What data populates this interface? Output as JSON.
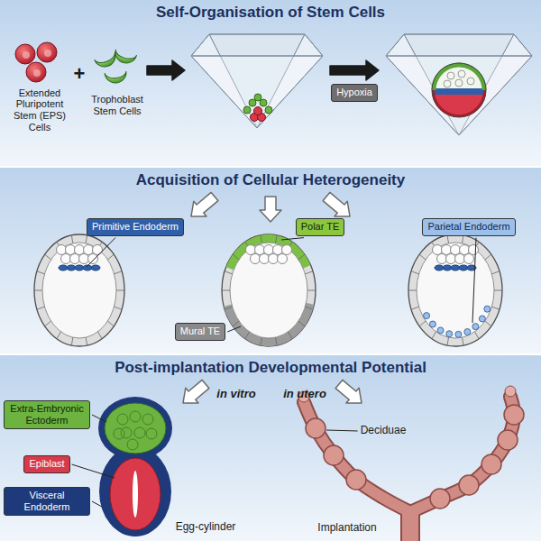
{
  "diagram": {
    "nodes": [
      {
        "text": [
          "Self-Organisation of Stem Cells"
        ]
      },
      {
        "text": [
          "Hypoxia"
        ],
        "in": 0
      },
      {
        "text": [
          "Acquisition of Cellular Heterogeneity"
        ]
      },
      {
        "text": [
          "Primitive Endoderm"
        ],
        "in": 2
      },
      {
        "text": [
          "Polar TE"
        ],
        "in": 2
      },
      {
        "text": [
          "Mural TE"
        ],
        "in": 2
      },
      {
        "text": [
          "Parietal Endoderm"
        ],
        "in": 2
      },
      {
        "text": [
          "Post-implantation Developmental Potential"
        ]
      },
      {
        "text": [
          "Extra-Embryonic Ectoderm"
        ],
        "in": 7
      },
      {
        "text": [
          "Epiblast"
        ],
        "in": 7
      },
      {
        "text": [
          "Visceral Endoderm"
        ],
        "in": 7
      }
    ],
    "labels": [
      "Extended Pluripotent Stem (EPS) Cells",
      "+",
      "Trophoblast Stem Cells",
      "in vitro",
      "in utero",
      "Egg-cylinder",
      "Deciduae",
      "Implantation"
    ]
  }
}
